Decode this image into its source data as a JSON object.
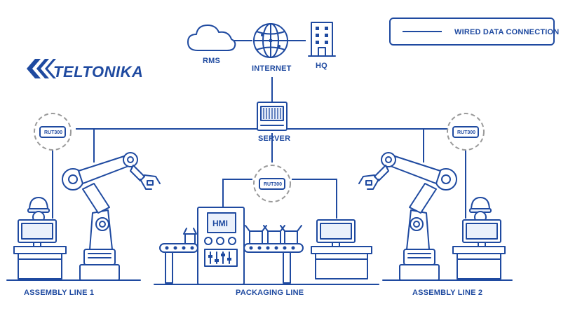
{
  "logo": {
    "text": "TELTONIKA"
  },
  "legend": {
    "label": "WIRED DATA CONNECTION"
  },
  "nodes": {
    "rms": "RMS",
    "internet": "INTERNET",
    "hq": "HQ",
    "server": "SERVER"
  },
  "router_model": "RUT300",
  "hmi_label": "HMI",
  "lines": {
    "assembly_1": "ASSEMBLY LINE 1",
    "packaging": "PACKAGING LINE",
    "assembly_2": "ASSEMBLY LINE 2"
  },
  "colors": {
    "accent": "#1f4aa0",
    "dash": "#9a9a9a",
    "light_fill": "#eaf0fb"
  }
}
